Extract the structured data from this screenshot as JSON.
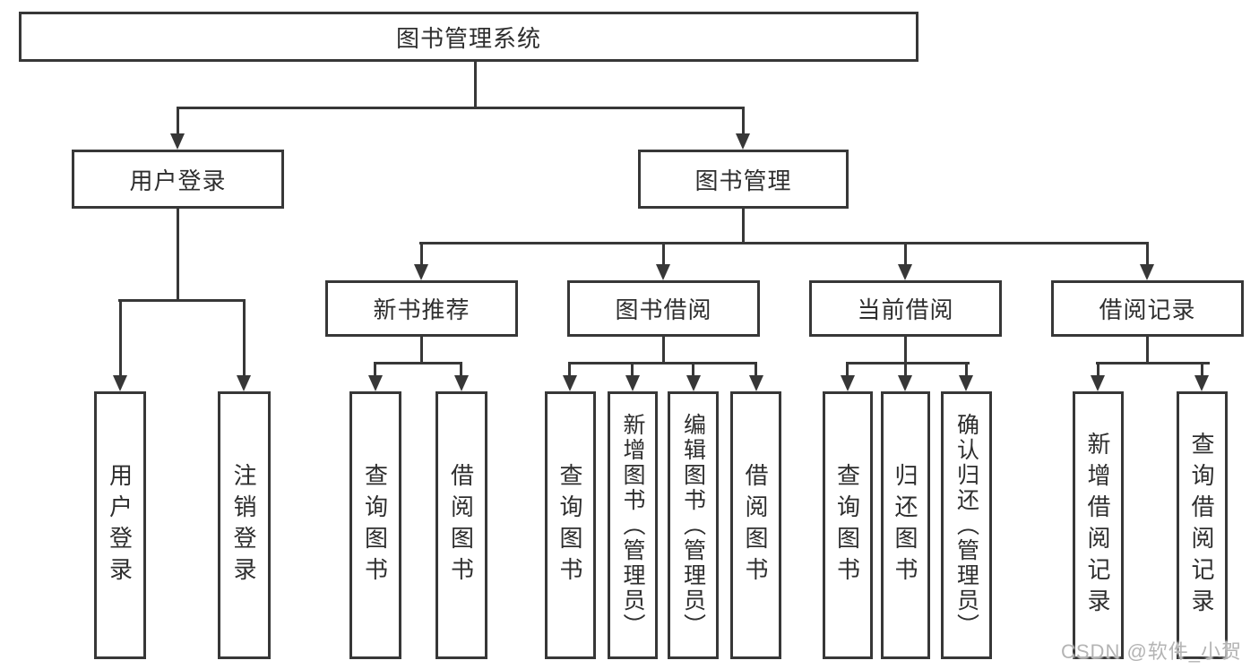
{
  "diagram": {
    "title": "图书管理系统",
    "branches": [
      {
        "label": "用户登录",
        "children": [
          "用户登录",
          "注销登录"
        ]
      },
      {
        "label": "图书管理",
        "sections": [
          {
            "label": "新书推荐",
            "children": [
              "查询图书",
              "借阅图书"
            ]
          },
          {
            "label": "图书借阅",
            "children": [
              "查询图书",
              "新增图书（管理员）",
              "编辑图书（管理员）",
              "借阅图书"
            ]
          },
          {
            "label": "当前借阅",
            "children": [
              "查询图书",
              "归还图书",
              "确认归还（管理员）"
            ]
          },
          {
            "label": "借阅记录",
            "children": [
              "新增借阅记录",
              "查询借阅记录"
            ]
          }
        ]
      }
    ]
  },
  "watermark": "CSDN @软件_小贺同学",
  "colors": {
    "line": "#373737",
    "text": "#2e2e2e",
    "background": "#ffffff",
    "watermark": "#b4b4b4"
  }
}
